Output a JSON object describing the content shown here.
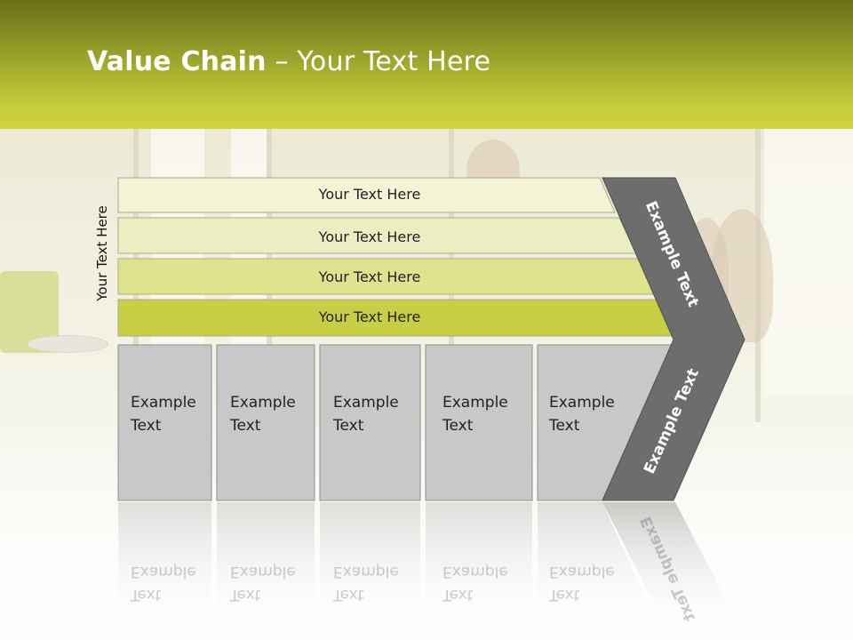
{
  "slide": {
    "title_bold": "Value Chain",
    "title_rest": " – Your Text Here",
    "side_label": "Your Text Here"
  },
  "bars": [
    {
      "label": "Your Text Here",
      "color": "#f3f3d6"
    },
    {
      "label": "Your Text Here",
      "color": "#ebeec0"
    },
    {
      "label": "Your Text Here",
      "color": "#dfe38e"
    },
    {
      "label": "Your Text Here",
      "color": "#c9cf45"
    }
  ],
  "boxes": [
    {
      "line1": "Example",
      "line2": "Text"
    },
    {
      "line1": "Example",
      "line2": "Text"
    },
    {
      "line1": "Example",
      "line2": "Text"
    },
    {
      "line1": "Example",
      "line2": "Text"
    },
    {
      "line1": "Example",
      "line2": "Text"
    }
  ],
  "chevron": {
    "upper_label": "Example Text",
    "lower_label": "Example Text",
    "color": "#6d6d6d"
  },
  "colors": {
    "box_fill": "#c8c8c8",
    "box_border": "#8e8e8e",
    "header_accent": "#c4ca3a"
  }
}
